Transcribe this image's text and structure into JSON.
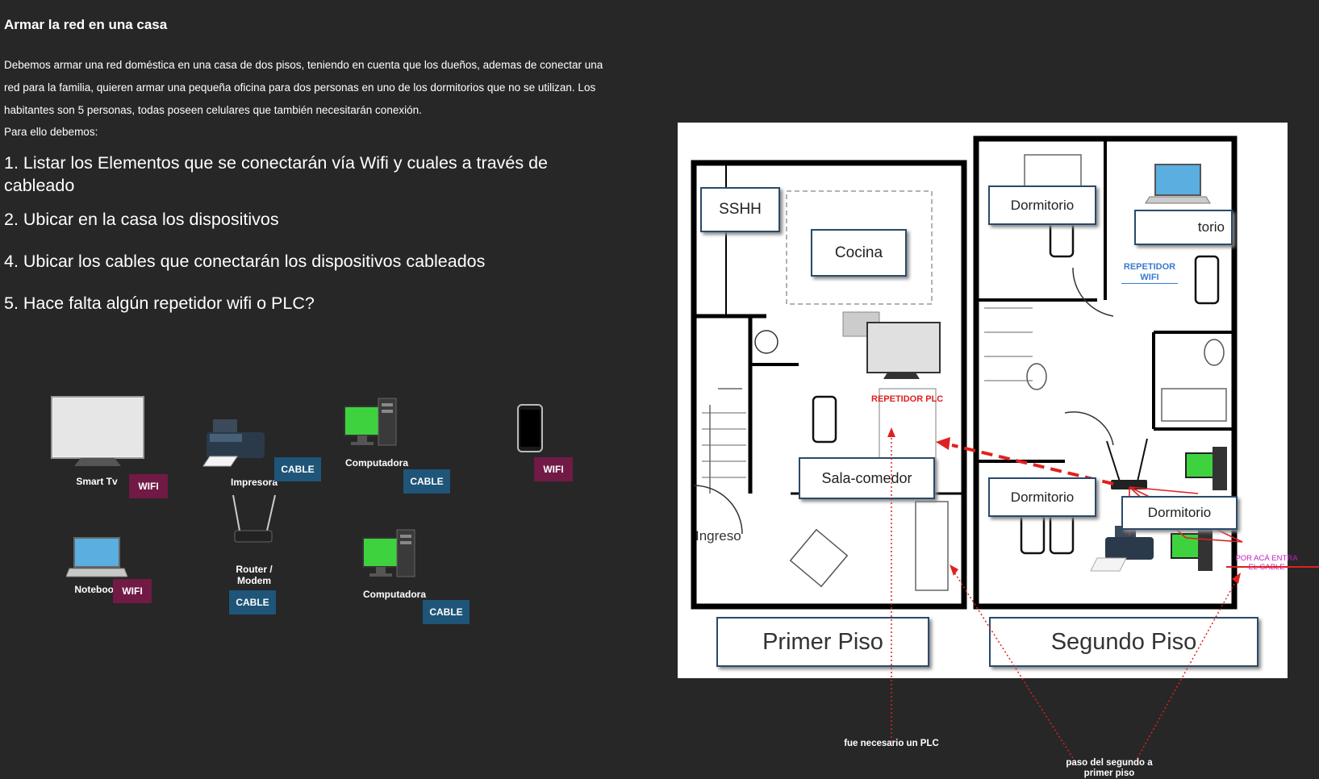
{
  "title": "Armar la red en una casa",
  "intro": {
    "lines": [
      "Debemos armar una red doméstica en una casa de dos pisos, teniendo en cuenta que los dueños, ademas de conectar una",
      "red para la familia, quieren armar una pequeña oficina para dos personas en uno de los dormitorios que no se utilizan. Los",
      "habitantes son 5 personas, todas poseen celulares que también necesitarán conexión.",
      "Para ello debemos:"
    ]
  },
  "tasks": [
    "1. Listar los Elementos que se conectarán vía Wifi y cuales a través de cableado",
    "2. Ubicar en la casa los dispositivos",
    "4. Ubicar los cables que conectarán los dispositivos cableados",
    "5. Hace falta algún repetidor wifi o PLC?"
  ],
  "devices": {
    "smart_tv": "Smart Tv",
    "printer": "Impresora",
    "computer1": "Computadora",
    "router": "Router / Modem",
    "notebook": "Notebook",
    "computer2": "Computadora"
  },
  "badges": {
    "smart_tv": "WIFI",
    "printer": "CABLE",
    "computer1": "CABLE",
    "phone": "WIFI",
    "router": "CABLE",
    "notebook": "WIFI",
    "computer2": "CABLE"
  },
  "floorplan": {
    "floor1": {
      "title": "Primer Piso",
      "rooms": {
        "sshh": "SSHH",
        "kitchen": "Cocina",
        "living": "Sala-comedor",
        "entry": "Ingreso"
      },
      "plc_label": "REPETIDOR PLC"
    },
    "floor2": {
      "title": "Segundo Piso",
      "rooms": {
        "bed1": "Dormitorio",
        "bed2": "torio",
        "bed3": "Dormitorio",
        "bed4": "Dormitorio"
      },
      "repeater_label": "REPETIDOR WIFI",
      "cable_label": "POR ACÁ ENTRA EL CABLE"
    }
  },
  "annotations": {
    "plc_note": "fue necesario un PLC",
    "stairs_note": "paso del segundo a primer piso"
  },
  "colors": {
    "background": "#272727",
    "cable_badge": "#1e5578",
    "wifi_badge": "#701a45",
    "plc_red": "#e02020",
    "repeater_blue": "#3a7ad0",
    "cable_magenta": "#c020c0"
  }
}
